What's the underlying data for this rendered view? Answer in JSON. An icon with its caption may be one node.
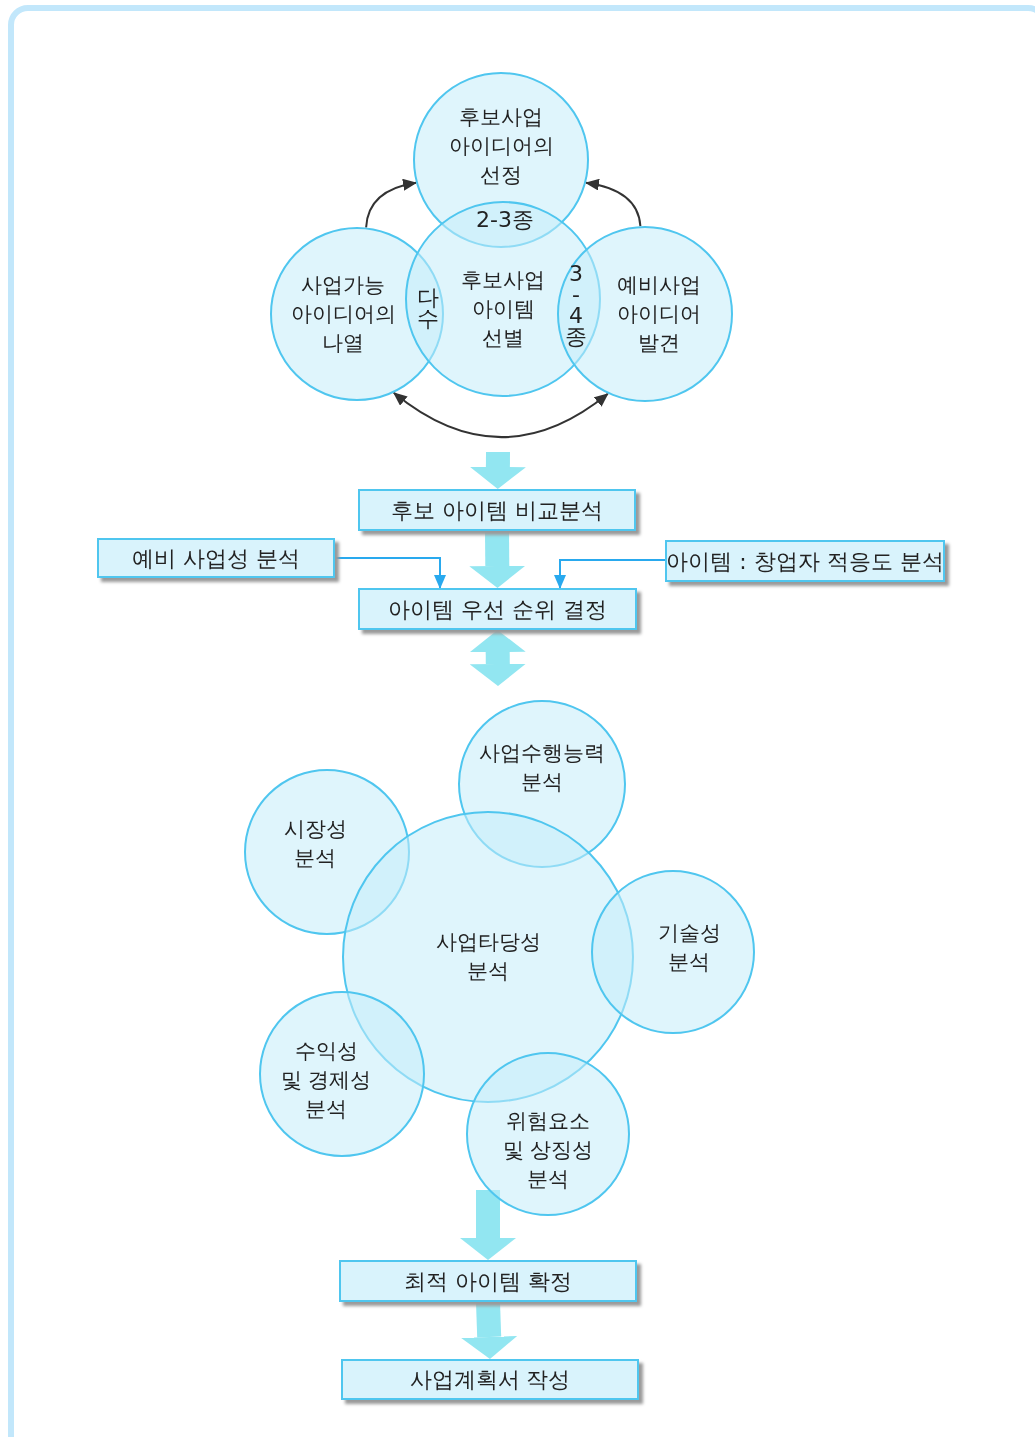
{
  "diagram": {
    "nodes": [
      {
        "text": [
          "후보사업 아이디어의 선정"
        ]
      },
      {
        "text": [
          "사업가능 아이디어의 나열"
        ]
      },
      {
        "text": [
          "후보사업 아이템 선별"
        ]
      },
      {
        "text": [
          "예비사업 아이디어 발견"
        ]
      },
      {
        "text": [
          "후보 아이템 비교분석"
        ]
      },
      {
        "text": [
          "예비 사업성 분석"
        ]
      },
      {
        "text": [
          "아이템 : 창업자 적응도 분석"
        ]
      },
      {
        "text": [
          "아이템 우선 순위 결정"
        ]
      },
      {
        "text": [
          "사업수행능력 분석"
        ]
      },
      {
        "text": [
          "시장성 분석"
        ]
      },
      {
        "text": [
          "사업타당성 분석"
        ]
      },
      {
        "text": [
          "기술성 분석"
        ]
      },
      {
        "text": [
          "수익성 및 경제성 분석"
        ]
      },
      {
        "text": [
          "위험요소 및 상징성 분석"
        ]
      },
      {
        "text": [
          "최적 아이템 확정"
        ]
      },
      {
        "text": [
          "사업계획서 작성"
        ]
      }
    ],
    "edges": [
      {
        "from": 1,
        "to": 0,
        "arrow": "to",
        "color": "#333333"
      },
      {
        "from": 3,
        "to": 0,
        "arrow": "to",
        "color": "#333333"
      },
      {
        "from": 1,
        "to": 3,
        "arrow": "both",
        "color": "#333333"
      },
      {
        "from": null,
        "to": 4,
        "arrow": "to",
        "style": "thick"
      },
      {
        "from": 5,
        "to": 7,
        "arrow": "to",
        "color": "#29a9ee"
      },
      {
        "from": 6,
        "to": 7,
        "arrow": "to",
        "color": "#29a9ee"
      },
      {
        "from": 4,
        "to": 7,
        "arrow": "to",
        "style": "thick"
      },
      {
        "from": 7,
        "to": null,
        "arrow": "both",
        "style": "thick"
      },
      {
        "from": 13,
        "to": 14,
        "arrow": "to",
        "style": "thick"
      },
      {
        "from": 14,
        "to": 15,
        "arrow": "to",
        "style": "thick"
      }
    ],
    "labels": [
      "2-3종",
      "다수",
      "3-4종"
    ]
  }
}
